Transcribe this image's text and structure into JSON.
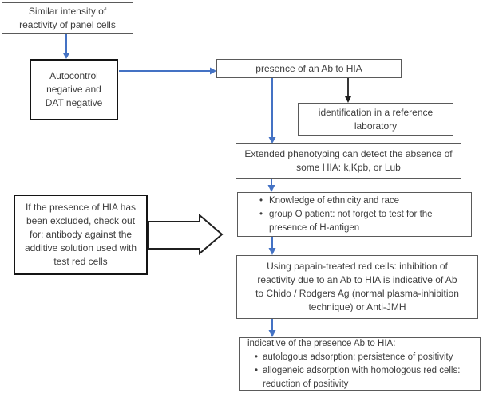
{
  "colors": {
    "arrow_blue": "#4472C4",
    "arrow_black": "#1f1f1f",
    "border_thin": "#5a5a5a",
    "border_thick": "#141414",
    "text": "#3d3d3d",
    "background": "#ffffff"
  },
  "boxes": {
    "similar": {
      "lines": [
        "Similar intensity of",
        "reactivity of panel cells"
      ]
    },
    "autocontrol": {
      "lines": [
        "Autocontrol",
        "negative and",
        "DAT negative"
      ]
    },
    "presence": {
      "lines": [
        "presence of an Ab to HIA"
      ]
    },
    "identification": {
      "lines": [
        "identification in a reference",
        "laboratory"
      ]
    },
    "extended": {
      "lines": [
        "Extended phenotyping can detect the absence of",
        "some HIA: k,Kpb, or Lub"
      ]
    },
    "ethnicity": {
      "items": [
        {
          "lines": [
            "Knowledge of ethnicity and race"
          ]
        },
        {
          "lines": [
            "group O patient: not forget to test for the",
            "presence of H-antigen"
          ]
        }
      ]
    },
    "papain": {
      "lines": [
        "Using papain-treated red cells: inhibition of",
        "reactivity due to an Ab to HIA is indicative of Ab",
        "to Chido / Rodgers Ag (normal plasma-inhibition",
        "technique) or Anti-JMH"
      ]
    },
    "indicative": {
      "lead": "indicative of the presence Ab to HIA:",
      "items": [
        {
          "lines": [
            "autologous adsorption: persistence of positivity"
          ]
        },
        {
          "lines": [
            "allogeneic adsorption with homologous red cells:",
            "reduction of positivity"
          ]
        }
      ]
    },
    "excluded": {
      "lines": [
        "If the presence of HIA has",
        "been excluded, check out",
        "for: antibody against the",
        "additive solution used with",
        "test red cells"
      ]
    }
  }
}
